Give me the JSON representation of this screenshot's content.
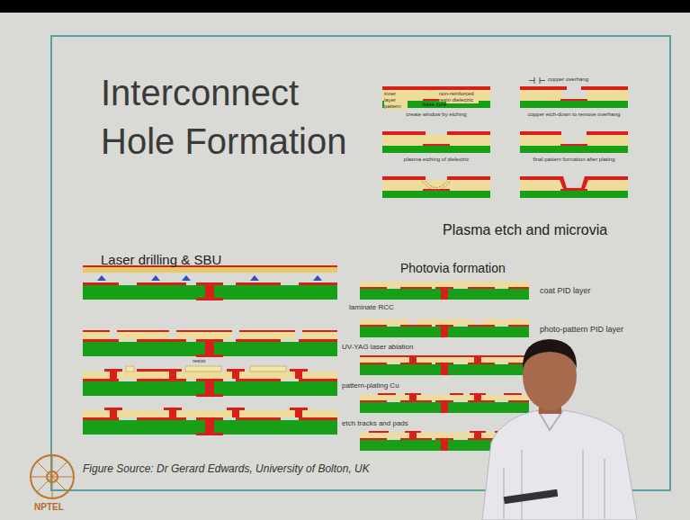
{
  "diagram": {
    "title": "Interconnect Hole Formation",
    "caption": "Figure Source: Dr Gerard Edwards, University of Bolton, UK",
    "labels": [
      "inner layer pattern",
      "non-reinforced resin dielectric",
      "base core",
      "copper overhang",
      "create window by etching",
      "copper etch-down to remove overhang",
      "plasma etching of dielectric",
      "final pattern formation after plating",
      "Plasma etch and microvia",
      "Laser drilling & SBU",
      "laminate RCC",
      "UV-YAG laser ablation",
      "resist",
      "pattern-plating Cu",
      "etch tracks and pads",
      "Photovia formation",
      "coat PID layer",
      "photo-pattern PID layer",
      "NPTEL"
    ]
  }
}
